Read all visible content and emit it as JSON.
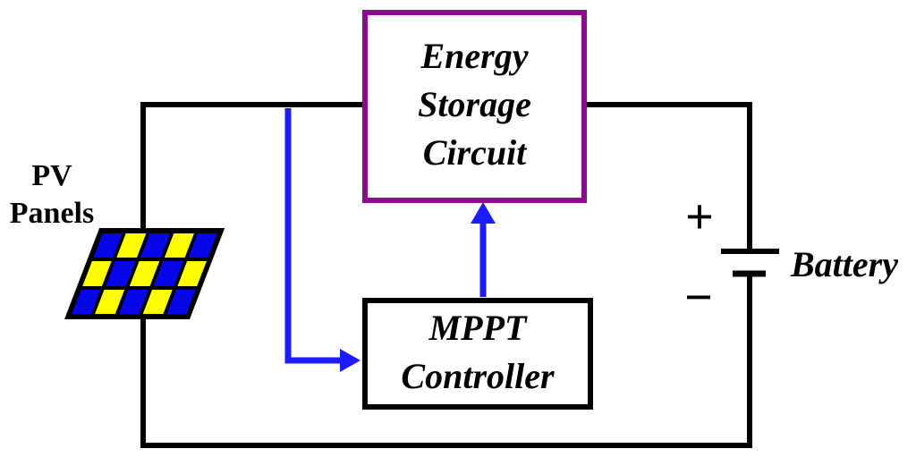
{
  "colors": {
    "wire": "#000000",
    "arrow_blue": "#1c1cff",
    "box_purple": "#8d0b8d",
    "cell_blue": "#0606e8",
    "cell_yellow": "#ffff00",
    "background": "#ffffff",
    "text": "#000000"
  },
  "pv": {
    "label_line1": "PV",
    "label_line2": "Panels",
    "panel": {
      "rows": 3,
      "cols": 5,
      "checker_start": "blue"
    }
  },
  "boxes": {
    "energy_storage": {
      "lines": [
        "Energy",
        "Storage",
        "Circuit"
      ]
    },
    "mppt": {
      "lines": [
        "MPPT",
        "Controller"
      ]
    }
  },
  "battery": {
    "label": "Battery",
    "plus": "+",
    "minus": "−"
  }
}
